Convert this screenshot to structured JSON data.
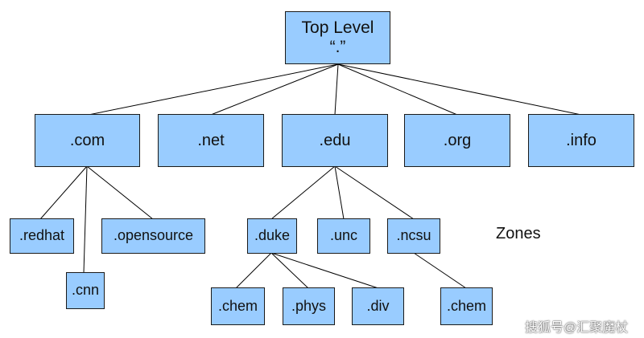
{
  "diagram": {
    "root": {
      "line1": "Top Level",
      "line2": "“.”"
    },
    "tlds": {
      "com": ".com",
      "net": ".net",
      "edu": ".edu",
      "org": ".org",
      "info": ".info"
    },
    "com_children": {
      "redhat": ".redhat",
      "cnn": ".cnn",
      "opensource": ".opensource"
    },
    "edu_children": {
      "duke": ".duke",
      "unc": ".unc",
      "ncsu": ".ncsu"
    },
    "duke_children": {
      "chem": ".chem",
      "phys": ".phys",
      "div": ".div"
    },
    "ncsu_children": {
      "chem": ".chem"
    },
    "zones_label": "Zones"
  },
  "watermark": "搜狐号@汇聚魔杖",
  "colors": {
    "node_fill": "#99ccff",
    "node_border": "#1a1a1a",
    "edge": "#000000"
  }
}
